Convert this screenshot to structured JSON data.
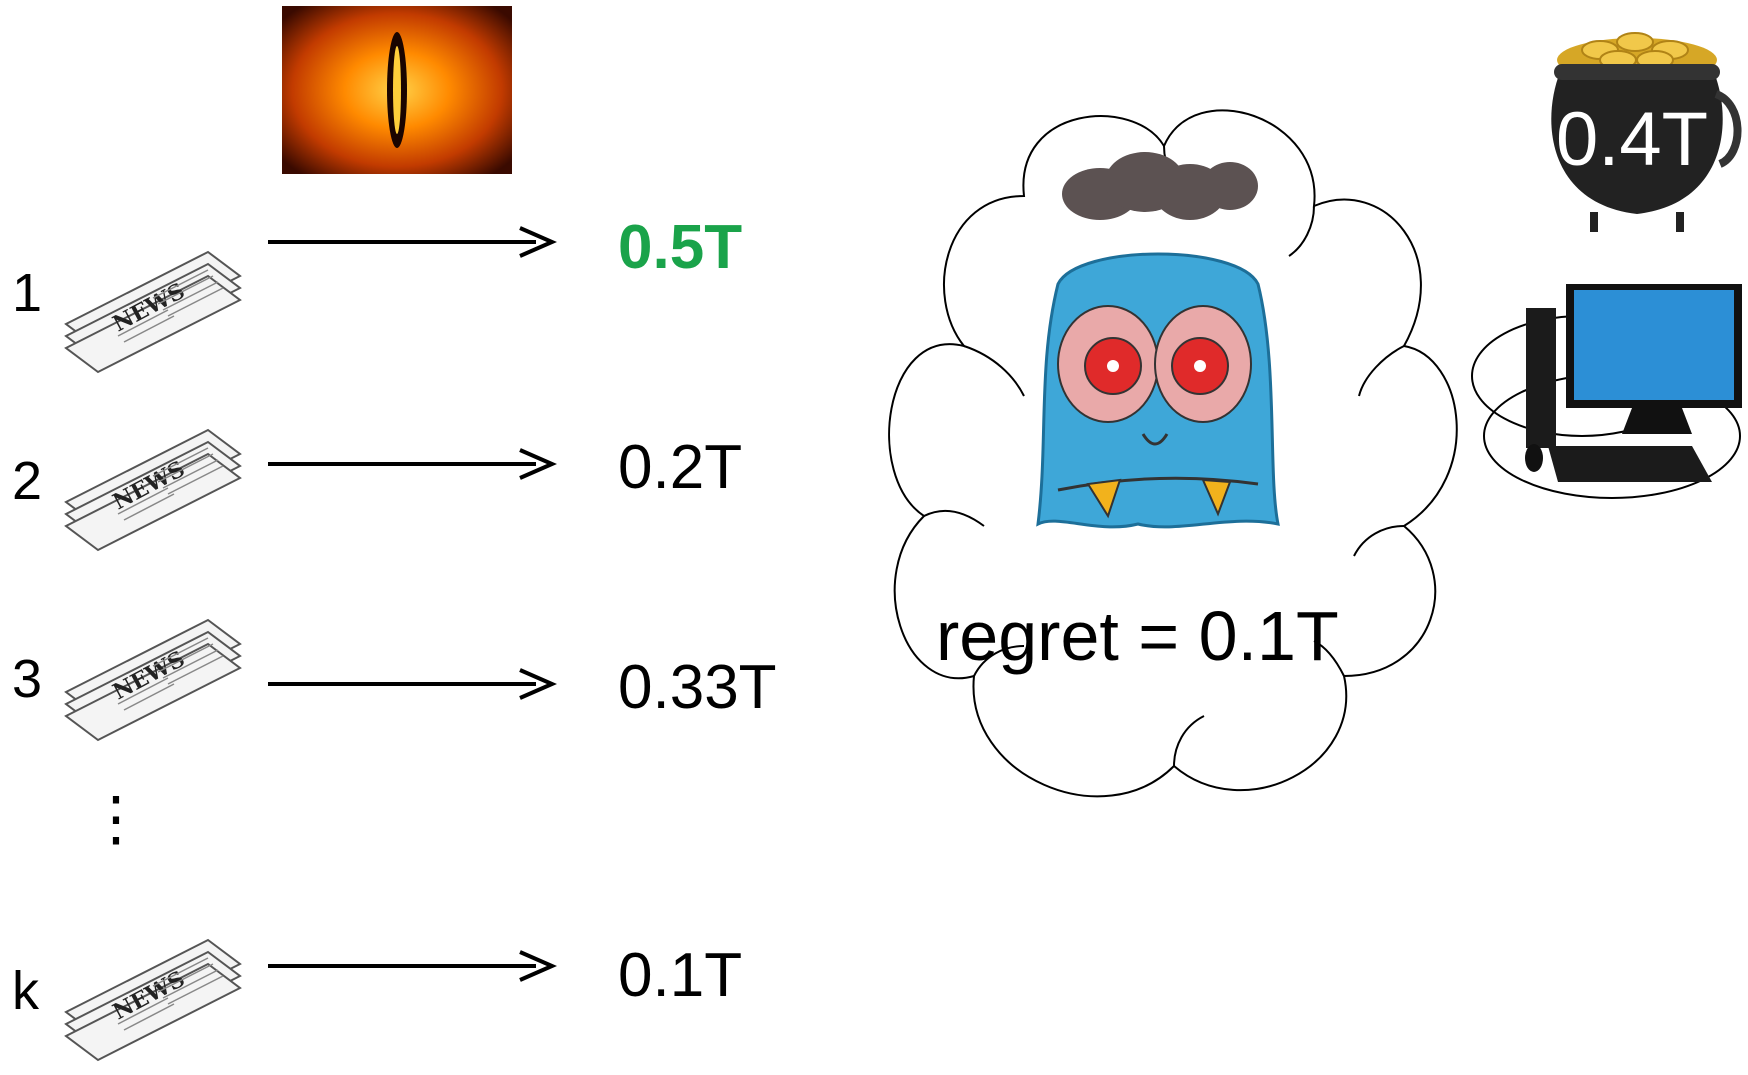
{
  "rows": [
    {
      "label": "1",
      "value": "0.5T"
    },
    {
      "label": "2",
      "value": "0.2T"
    },
    {
      "label": "3",
      "value": "0.33T"
    },
    {
      "label": "k",
      "value": "0.1T"
    }
  ],
  "ellipsis": "⋮",
  "regret_text": "regret = 0.1T",
  "pot_label": "0.4T",
  "colors": {
    "best_value": "#1aa34a",
    "eye": "#ff7a00",
    "monster": "#3ea7d8",
    "pot": "#222222"
  },
  "icons": [
    "eye-icon",
    "news-icon",
    "arrow-icon",
    "cloud-icon",
    "monster-icon",
    "pot-of-gold-icon",
    "computer-icon"
  ]
}
